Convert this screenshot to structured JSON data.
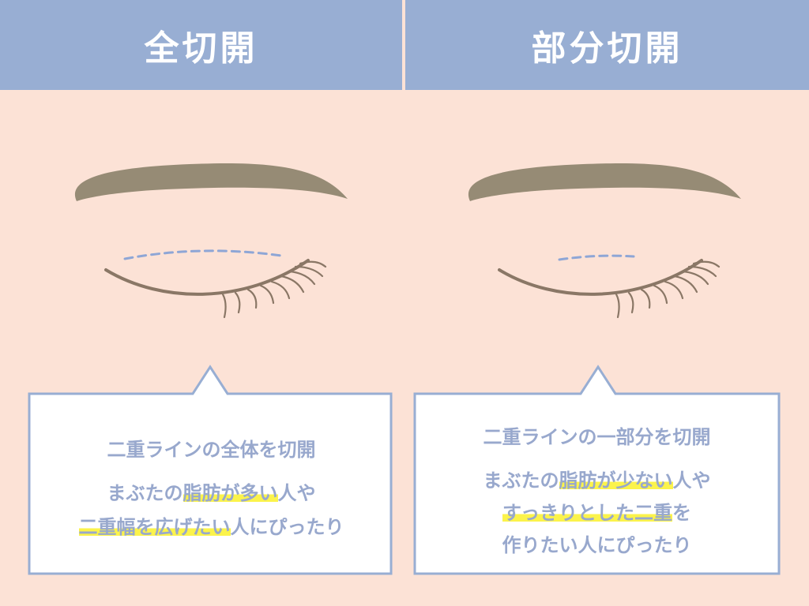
{
  "left": {
    "header": "全切開",
    "caption": "二重ラインの全体を切開",
    "desc": [
      [
        "まぶたの",
        "脂肪が多い",
        "人や"
      ],
      [
        "二重幅を広げたい",
        "人にぴったり"
      ]
    ]
  },
  "right": {
    "header": "部分切開",
    "caption": "二重ラインの一部分を切開",
    "desc": [
      [
        "まぶたの",
        "脂肪が少ない",
        "人や"
      ],
      [
        "すっきりとした二重",
        "を"
      ],
      [
        "作りたい人にぴったり"
      ]
    ]
  },
  "colors": {
    "background": "#fce2d6",
    "header": "#98aed3",
    "text_blue": "#98a8cd",
    "brow": "#968b75",
    "eye_line": "#8a7766",
    "dashed_line": "#8ea6d6",
    "highlight": "#fbf34b"
  }
}
